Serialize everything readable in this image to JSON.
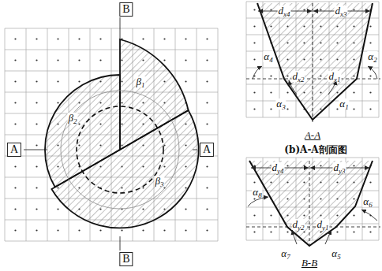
{
  "diagram": {
    "nodes": [
      {
        "text": [
          "B"
        ]
      },
      {
        "text": [
          "A"
        ]
      },
      {
        "text": [
          "A"
        ]
      },
      {
        "text": [
          "B"
        ]
      }
    ],
    "labels": [
      "β1",
      "β2",
      "β3",
      "dx4",
      "dx3",
      "α4",
      "α2",
      "dx2",
      "dx1",
      "α3",
      "α1",
      "A-A",
      "(b)A-A剖面图",
      "dy4",
      "dy3",
      "α8",
      "α6",
      "dy2",
      "dy1",
      "α7",
      "α5",
      "B-B"
    ]
  }
}
